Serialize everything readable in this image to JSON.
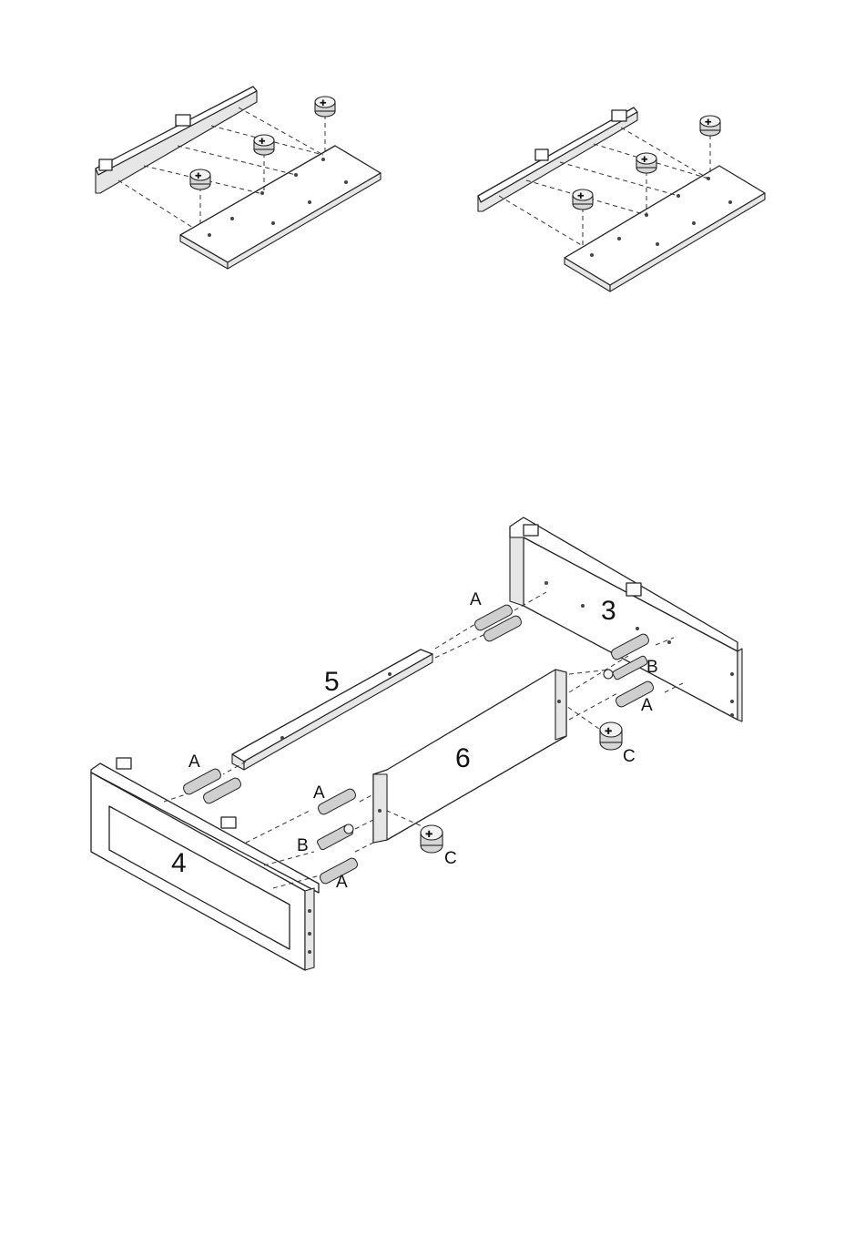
{
  "bottom": {
    "part_numbers": [
      "3",
      "4",
      "5",
      "6"
    ],
    "fittings": [
      "A",
      "B",
      "C"
    ]
  }
}
